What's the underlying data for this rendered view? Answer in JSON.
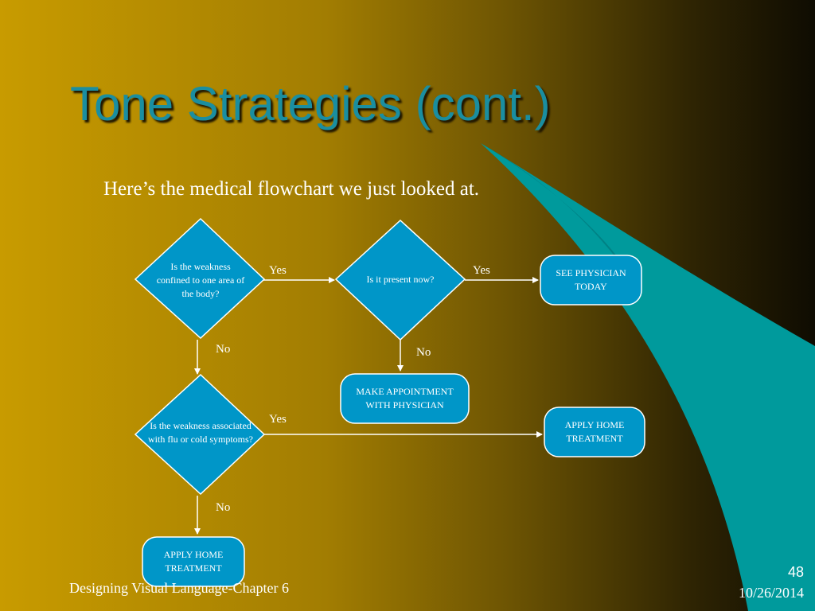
{
  "slide": {
    "title": "Tone Strategies (cont.)",
    "subtitle": "Here’s the medical flowchart we just looked at.",
    "footer": "Designing Visual Language-Chapter 6",
    "page_number": "48",
    "date": "10/26/2014"
  },
  "colors": {
    "background_start": "#c89b00",
    "background_end": "#0f0c02",
    "title": "#1a8ea0",
    "teal_swoosh": "#009a9c",
    "node_fill": "#0096c8",
    "node_stroke": "#ffffff",
    "text": "#ffffff"
  },
  "flowchart": {
    "nodes": {
      "q1": {
        "shape": "diamond",
        "text": "Is the weakness confined to one area of the body?"
      },
      "q2": {
        "shape": "diamond",
        "text": "Is it present now?"
      },
      "q3": {
        "shape": "diamond",
        "text": "Is the weakness associated with flu or cold symptoms?"
      },
      "see_physician": {
        "shape": "rounded-rect",
        "text": "SEE PHYSICIAN TODAY"
      },
      "make_appointment": {
        "shape": "rounded-rect",
        "text": "MAKE APPOINTMENT WITH PHYSICIAN"
      },
      "apply_home_right": {
        "shape": "rounded-rect",
        "text": "APPLY HOME TREATMENT"
      },
      "apply_home_bottom": {
        "shape": "rounded-rect",
        "text": "APPLY HOME TREATMENT"
      }
    },
    "edges": [
      {
        "from": "q1",
        "to": "q2",
        "label": "Yes"
      },
      {
        "from": "q2",
        "to": "see_physician",
        "label": "Yes"
      },
      {
        "from": "q2",
        "to": "make_appointment",
        "label": "No"
      },
      {
        "from": "q1",
        "to": "q3",
        "label": "No"
      },
      {
        "from": "q3",
        "to": "apply_home_right",
        "label": "Yes"
      },
      {
        "from": "q3",
        "to": "apply_home_bottom",
        "label": "No"
      }
    ]
  }
}
